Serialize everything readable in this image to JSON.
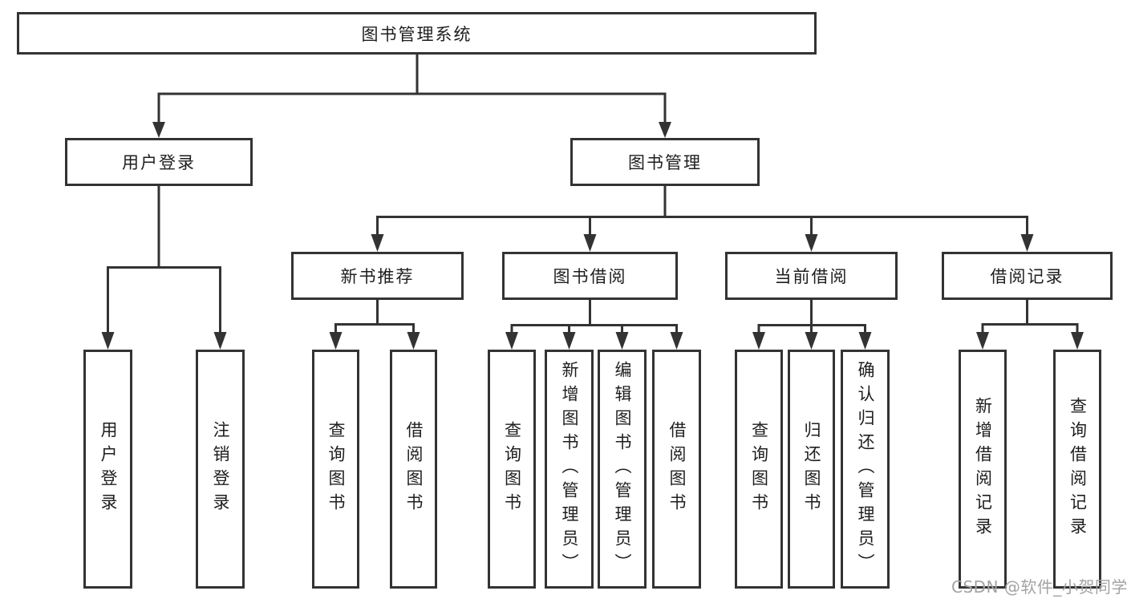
{
  "diagram_type": "hierarchy-tree",
  "colors": {
    "line": "#333333",
    "border": "#333333",
    "text": "#1e1e1e",
    "background": "#ffffff",
    "watermark": "#a3a3a3"
  },
  "tree": {
    "label": "图书管理系统",
    "children": [
      {
        "label": "用户登录",
        "children": [
          {
            "label": "用户登录"
          },
          {
            "label": "注销登录"
          }
        ]
      },
      {
        "label": "图书管理",
        "children": [
          {
            "label": "新书推荐",
            "children": [
              {
                "label": "查询图书"
              },
              {
                "label": "借阅图书"
              }
            ]
          },
          {
            "label": "图书借阅",
            "children": [
              {
                "label": "查询图书"
              },
              {
                "label": "新增图书（管理员）"
              },
              {
                "label": "编辑图书（管理员）"
              },
              {
                "label": "借阅图书"
              }
            ]
          },
          {
            "label": "当前借阅",
            "children": [
              {
                "label": "查询图书"
              },
              {
                "label": "归还图书"
              },
              {
                "label": "确认归还（管理员）"
              }
            ]
          },
          {
            "label": "借阅记录",
            "children": [
              {
                "label": "新增借阅记录"
              },
              {
                "label": "查询借阅记录"
              }
            ]
          }
        ]
      }
    ]
  },
  "watermark": {
    "text": "CSDN @软件_小贺同学"
  }
}
